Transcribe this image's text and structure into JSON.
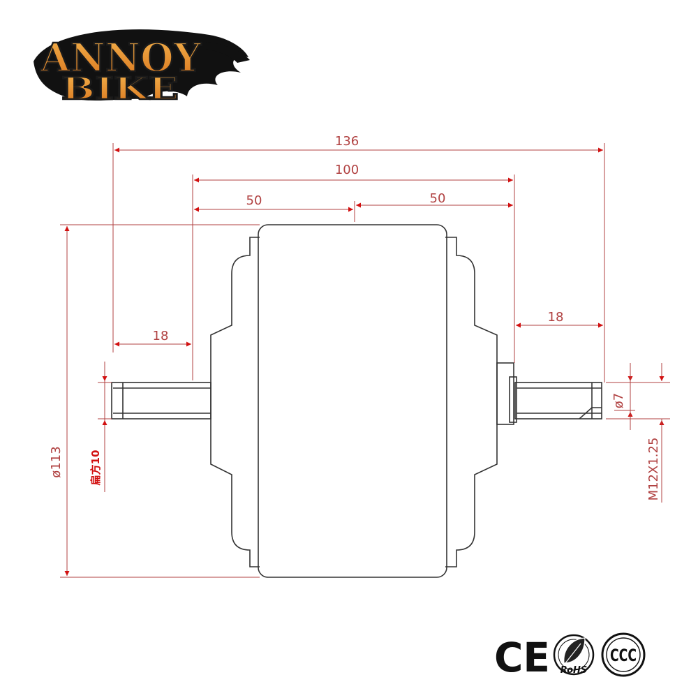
{
  "logo": {
    "line1": "ANNOY",
    "line2": "BIKE",
    "colors": {
      "fill_top": "#f3b24c",
      "fill_bottom": "#d9751d",
      "outline": "#1a1a1a",
      "brush": "#111111"
    }
  },
  "dimensions": {
    "overall_length": "136",
    "body_length": "100",
    "half_left": "50",
    "half_right": "50",
    "shaft_left": "18",
    "shaft_right": "18",
    "diameter_body": "ø113",
    "flat_left": "扁方10",
    "shaft_diameter": "ø7",
    "thread": "M12X1.25"
  },
  "certifications": {
    "ce": "CE",
    "rohs": "RoHS",
    "rohs_icon": "leaf-icon",
    "ccc": "CCC"
  },
  "colors": {
    "line": "#333333",
    "dimension": "#b04040",
    "dimension_red_text": "#d21010"
  }
}
